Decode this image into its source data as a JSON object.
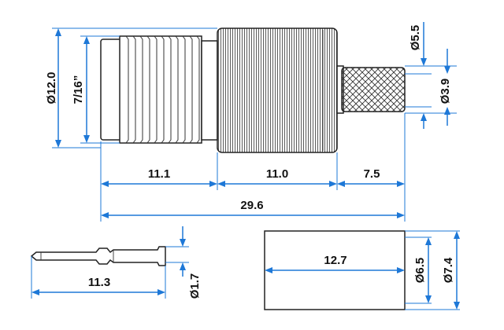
{
  "dimensions": {
    "body_diameter": "Ø12.0",
    "thread_size": "7/16”",
    "outer_diameter": "Ø5.5",
    "crimp_diameter": "Ø3.9",
    "thread_length": "11.1",
    "coupling_length": "11.0",
    "crimp_length": "7.5",
    "overall_length": "29.6",
    "pin_length": "11.3",
    "pin_diameter": "Ø1.7",
    "ferrule_length": "12.7",
    "ferrule_inner_diameter": "Ø6.5",
    "ferrule_outer_diameter": "Ø7.4"
  },
  "colors": {
    "dimension": "#1e78d7",
    "outline": "#222222"
  }
}
